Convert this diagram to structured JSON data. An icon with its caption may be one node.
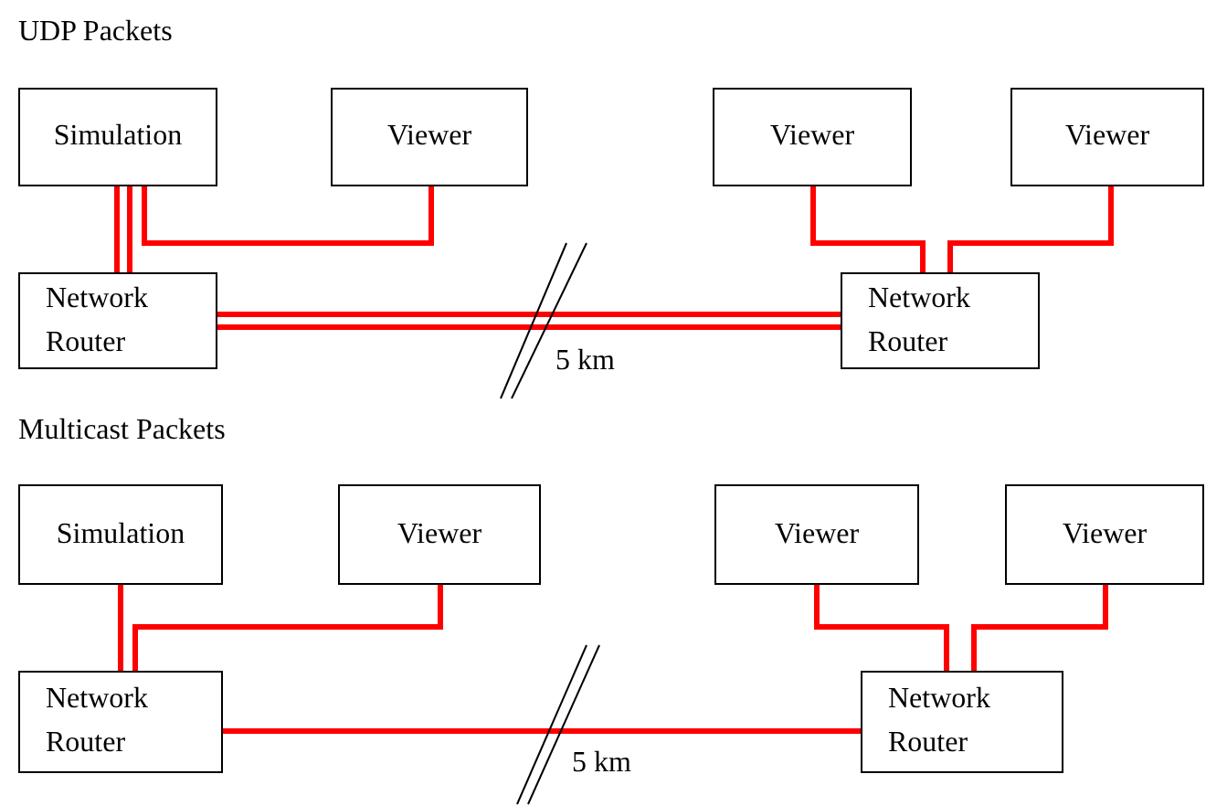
{
  "diagram": {
    "nodes": [
      {
        "text": [
          "Simulation"
        ]
      },
      {
        "text": [
          "Viewer"
        ]
      },
      {
        "text": [
          "Viewer"
        ]
      },
      {
        "text": [
          "Viewer"
        ]
      },
      {
        "text": [
          "Network Router"
        ]
      },
      {
        "text": [
          "Network Router"
        ]
      },
      {
        "text": [
          "Simulation"
        ]
      },
      {
        "text": [
          "Viewer"
        ]
      },
      {
        "text": [
          "Viewer"
        ]
      },
      {
        "text": [
          "Viewer"
        ]
      },
      {
        "text": [
          "Network Router"
        ]
      },
      {
        "text": [
          "Network Router"
        ]
      }
    ],
    "edges": [
      {
        "from": 0,
        "to": 4,
        "arrow": "none"
      },
      {
        "from": 0,
        "to": 4,
        "arrow": "none"
      },
      {
        "from": 0,
        "to": 1,
        "arrow": "none"
      },
      {
        "from": 4,
        "to": 5,
        "arrow": "none"
      },
      {
        "from": 4,
        "to": 5,
        "arrow": "none"
      },
      {
        "from": 5,
        "to": 2,
        "arrow": "none"
      },
      {
        "from": 5,
        "to": 3,
        "arrow": "none"
      },
      {
        "from": 6,
        "to": 10,
        "arrow": "none"
      },
      {
        "from": 10,
        "to": 7,
        "arrow": "none"
      },
      {
        "from": 10,
        "to": 11,
        "arrow": "none"
      },
      {
        "from": 11,
        "to": 8,
        "arrow": "none"
      },
      {
        "from": 11,
        "to": 9,
        "arrow": "none"
      }
    ],
    "labels": [
      "UDP Packets",
      "5 km",
      "Multicast Packets",
      "5 km"
    ]
  }
}
